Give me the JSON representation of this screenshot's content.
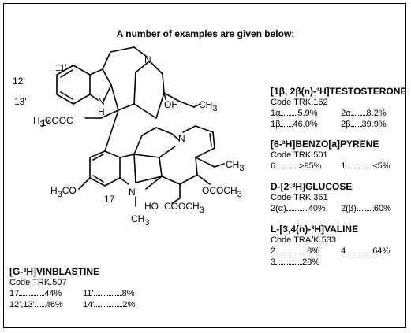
{
  "heading": "A number of examples are given below:",
  "molecule_labels": {
    "pos12": "12'",
    "pos11": "11'",
    "pos13": "13'",
    "pos14": "14'",
    "pos17": "17",
    "n_indole": "N",
    "h_indole": "H",
    "n_upper": "N",
    "oh": "OH",
    "ch3_upper": "CH",
    "ch3_upper_sub": "3",
    "ester_left": "H",
    "ester_left_sub": "3",
    "ester_left_rest": "COOC",
    "n_ring": "N",
    "ch3_ring": "CH",
    "ch3_ring_sub": "3",
    "methoxy": "H",
    "methoxy_sub": "3",
    "methoxy_rest": "CO",
    "n_lower": "N",
    "ococh3": "OCOCH",
    "ococh3_sub": "3",
    "ho_cooch3": "HO",
    "cooch3": "COOCH",
    "cooch3_sub": "3",
    "nch3": "CH",
    "nch3_sub": "3"
  },
  "compounds": {
    "testosterone": {
      "name": "[1β, 2β(n)-³H]TESTOSTERONE",
      "code": "Code TRK.162",
      "rows": [
        [
          {
            "label": "1α",
            "value": "5.9%"
          },
          {
            "label": "2α",
            "value": "8.2%"
          }
        ],
        [
          {
            "label": "1β",
            "value": "46.0%"
          },
          {
            "label": "2β",
            "value": "39.9%"
          }
        ]
      ]
    },
    "benzopyrene": {
      "name": "[6-³H]BENZO[a]PYRENE",
      "code": "Code TRK.501",
      "rows": [
        [
          {
            "label": "6",
            "value": ">95%"
          },
          {
            "label": "1",
            "value": "<5%"
          }
        ]
      ]
    },
    "glucose": {
      "name": "D-[2-³H]GLUCOSE",
      "code": "Code TRK.361",
      "rows": [
        [
          {
            "label": "2(α)",
            "value": "40%"
          },
          {
            "label": "2(β)",
            "value": "60%"
          }
        ]
      ]
    },
    "valine": {
      "name": "L-[3,4(n)-³H]VALINE",
      "code": "Code TRA/K.533",
      "rows": [
        [
          {
            "label": "2",
            "value": "8%"
          },
          {
            "label": "4",
            "value": "64%"
          }
        ],
        [
          {
            "label": "3",
            "value": "28%"
          }
        ]
      ]
    },
    "vinblastine": {
      "name": "[G-³H]VINBLASTINE",
      "code": "Code TRK.507",
      "rows": [
        [
          {
            "label": "17",
            "value": "44%"
          },
          {
            "label": "11'",
            "value": "8%"
          }
        ],
        [
          {
            "label": "12',13'",
            "value": "46%"
          },
          {
            "label": "14'",
            "value": "2%"
          }
        ]
      ]
    }
  }
}
